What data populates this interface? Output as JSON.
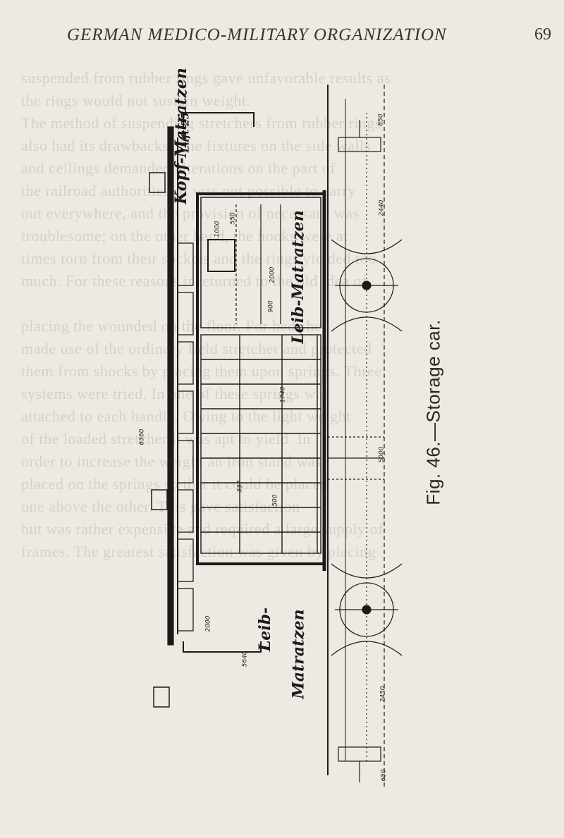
{
  "page": {
    "running_title": "GERMAN MEDICO-MILITARY ORGANIZATION",
    "page_number": "69"
  },
  "figure": {
    "caption": "Fig. 46.—Storage car.",
    "labels": {
      "top_compartment": "Kopf-Matratzen",
      "top_compartment_sub": "Luft 25",
      "middle_compartment": "Leib-Matratzen",
      "bottom_compartment_line1": "Leib-",
      "bottom_compartment_line2": "Matratzen"
    },
    "dimensions": [
      "550",
      "1000",
      "2000",
      "900",
      "2440",
      "850",
      "5000",
      "2450",
      "650",
      "6360",
      "5640",
      "2000",
      "1740",
      "337",
      "500"
    ],
    "colors": {
      "ink": "#1e1a17",
      "paper": "#efe9e4"
    }
  }
}
